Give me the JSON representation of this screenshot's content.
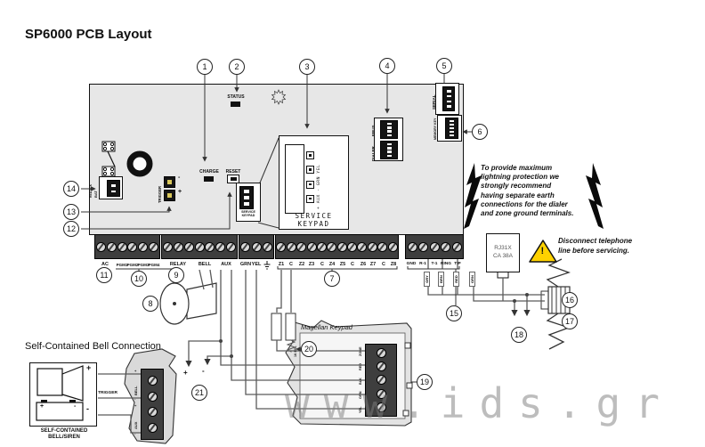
{
  "title": "SP6000 PCB Layout",
  "watermark": "www.ids.gr",
  "callouts": [
    "1",
    "2",
    "3",
    "4",
    "5",
    "6",
    "7",
    "8",
    "9",
    "10",
    "11",
    "12",
    "13",
    "14",
    "15",
    "16",
    "17",
    "18",
    "19",
    "20",
    "21"
  ],
  "board": {
    "status": "STATUS",
    "charge": "CHARGE",
    "reset": "RESET",
    "trigger": "TRIGGER",
    "trigger_plus": "+",
    "trigger_minus": "-",
    "battery": "BAT",
    "battery_wires": "RED BLK",
    "connectors": {
      "ebus": "EBUS",
      "dialer": "DIALER",
      "serial": "SERIAL",
      "memory_key": "MEMORY KEY",
      "service_keypad": "SERVICE KEYPAD"
    },
    "service_keypad_box": {
      "pins": "+ AUX -  GRN YEL",
      "line1": "SERVICE",
      "line2": "KEYPAD"
    }
  },
  "terminals": {
    "main": [
      "AC",
      "PGM1",
      "PGM2",
      "PGM3",
      "PGM4",
      "RELAY",
      "BELL",
      "AUX",
      "GRN",
      "YEL",
      "Z1",
      "C",
      "Z2",
      "Z3",
      "C",
      "Z4",
      "Z5",
      "C",
      "Z6",
      "Z7",
      "C",
      "Z8"
    ],
    "phone": [
      "GND",
      "R-1",
      "T-1",
      "RING",
      "TIP"
    ],
    "phone_wires": [
      "GRY",
      "BRN",
      "RED",
      "GRN"
    ]
  },
  "warnings": {
    "lightning": "To provide maximum\nlightning protection we\nstrongly recommend\nhaving separate earth\nconnections for the dialer\nand zone ground terminals.",
    "telephone": "Disconnect telephone\nline before servicing.",
    "exclamation": "!"
  },
  "rj31x": {
    "line1": "RJ31X",
    "line2": "CA 38A"
  },
  "bell": {
    "heading": "Self-Contained Bell Connection",
    "device": "SELF-CONTAINED\nBELL/SIREN",
    "plus": "+",
    "minus": "-",
    "trigger": "TRIGGER",
    "fragment": {
      "bell": "BELL",
      "aux": "AUX"
    }
  },
  "keypad": {
    "title": "Magellan Keypad",
    "terminals": [
      "ZONE",
      "RED",
      "BLK",
      "GRN",
      "YEL"
    ]
  },
  "zone_wiring": {
    "eol": "1K EOL"
  },
  "aux_out": {
    "plus": "+",
    "minus": "-"
  },
  "colors": {
    "board": "#e7e7e7",
    "warning_yellow": "#ffd200",
    "wire": "#5a5a5a"
  }
}
